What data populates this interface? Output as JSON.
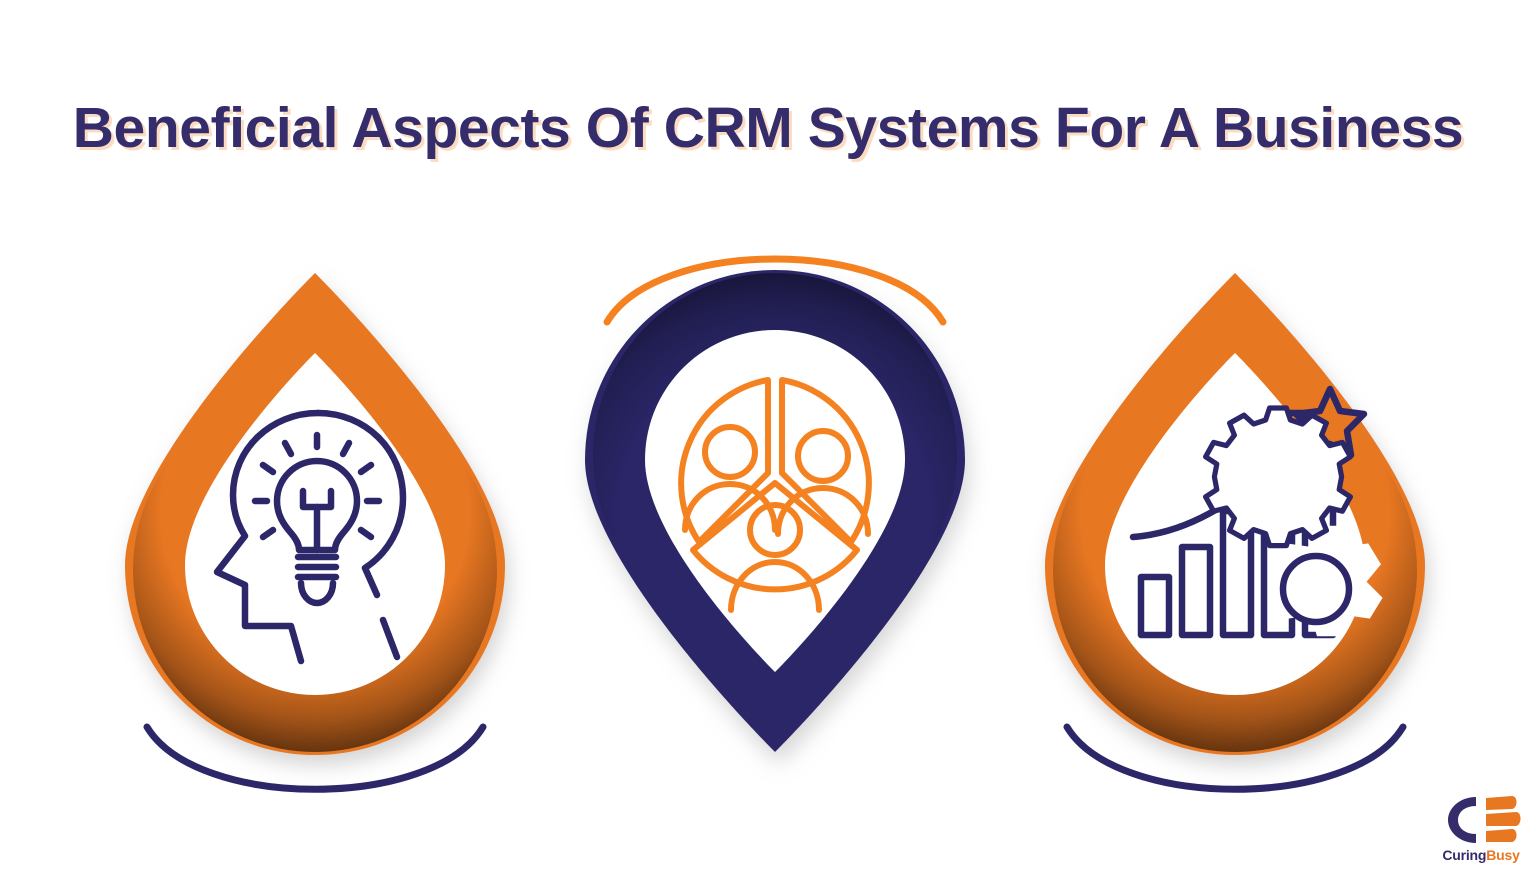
{
  "page": {
    "title": "Beneficial Aspects Of CRM Systems For A Business",
    "background_color": "#FFFFFF"
  },
  "theme": {
    "orange": "#E87722",
    "orange_light": "#F58220",
    "navy": "#2B2768",
    "navy_title": "#342C6B",
    "title_shadow": "#FBDCC2",
    "white": "#FFFFFF",
    "shadow_grey": "#E6E6E6"
  },
  "badges": [
    {
      "id": "badge-1",
      "shape": "teardrop-point-up",
      "ring_color": "#E87722",
      "inner_color": "#FFFFFF",
      "icon_name": "head-lightbulb-icon",
      "icon_label": "Insight / Knowledge",
      "icon_color": "#2B2768",
      "accent_arc": {
        "position": "below",
        "color": "#2B2768"
      }
    },
    {
      "id": "badge-2",
      "shape": "teardrop-point-down",
      "ring_color": "#2B2768",
      "inner_color": "#FFFFFF",
      "icon_name": "team-pie-people-icon",
      "icon_label": "Team / Collaboration",
      "icon_color": "#F58220",
      "accent_arc": {
        "position": "above",
        "color": "#F58220"
      }
    },
    {
      "id": "badge-3",
      "shape": "teardrop-point-up",
      "ring_color": "#E87722",
      "inner_color": "#FFFFFF",
      "icon_name": "growth-chart-gear-star-icon",
      "icon_label": "Growth / Performance",
      "icon_color": "#2B2768",
      "accent_arc": {
        "position": "below",
        "color": "#2B2768"
      }
    }
  ],
  "growth_chart_icon": {
    "bars": 5,
    "bar_heights_relative": [
      26,
      48,
      74,
      96,
      120
    ],
    "has_arrow": true,
    "has_star": true,
    "has_gear": true
  },
  "team_icon": {
    "segments": 3,
    "people": 3
  },
  "logo": {
    "name_part_1": "Curing",
    "name_part_2": "Busy",
    "mark_name": "curingbusy-logo-mark",
    "color_1": "#342C6B",
    "color_2": "#E87722"
  }
}
